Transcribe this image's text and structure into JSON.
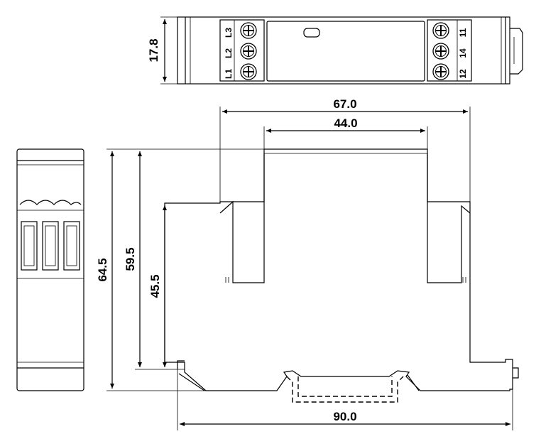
{
  "dimensions": {
    "width_top": "17.8",
    "width_overall": "67.0",
    "width_top_section": "44.0",
    "height_overall": "64.5",
    "height_front": "59.5",
    "height_step": "45.5",
    "depth_base": "90.0"
  },
  "terminals": {
    "left": [
      "L3",
      "L2",
      "L1"
    ],
    "right": [
      "11",
      "14",
      "12"
    ]
  }
}
